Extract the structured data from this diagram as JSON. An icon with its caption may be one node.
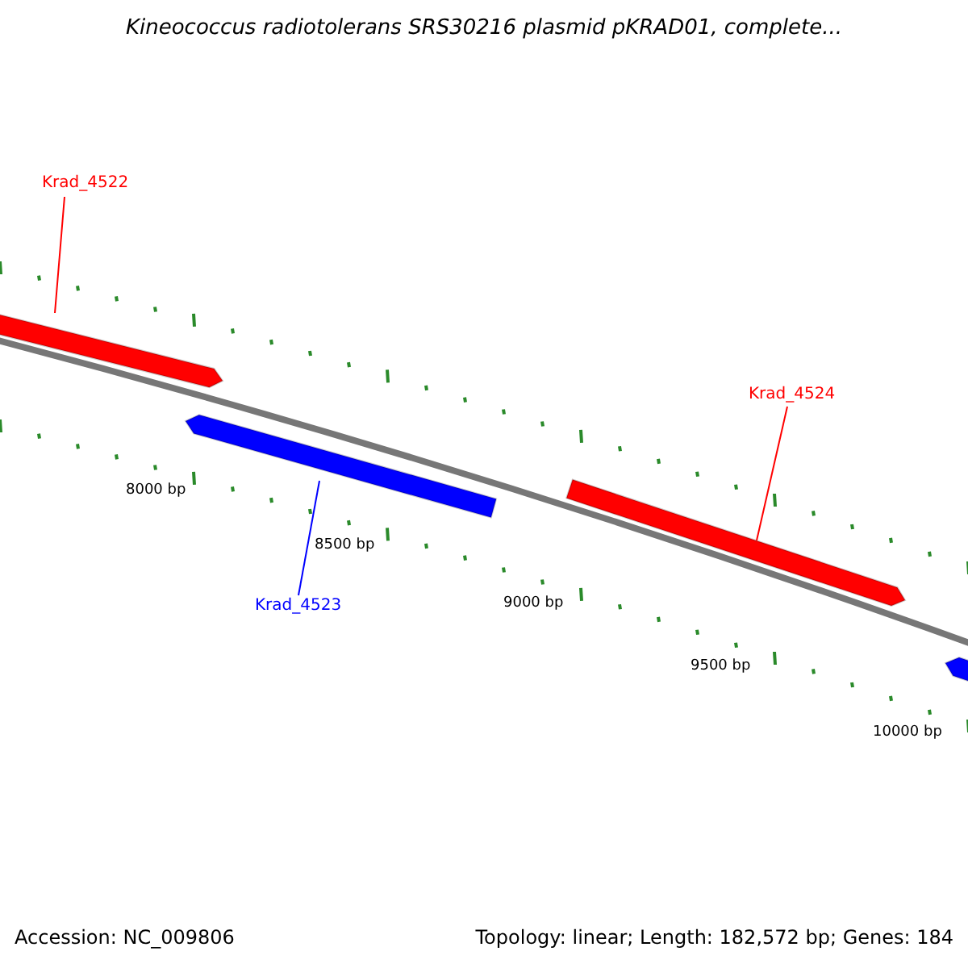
{
  "diagram": {
    "title": "Kineococcus radiotolerans SRS30216 plasmid pKRAD01, complete...",
    "nodes": [
      {
        "text": [
          "Krad_4522"
        ]
      },
      {
        "text": [],
        "shape": "bar"
      },
      {
        "text": [
          "Krad_4524"
        ]
      },
      {
        "text": [],
        "shape": "bar"
      },
      {
        "text": [],
        "shape": "bar"
      },
      {
        "text": [
          "Krad_4523"
        ]
      },
      {
        "text": [],
        "shape": "bar"
      }
    ],
    "edges": [
      {
        "from": 0,
        "to": 1,
        "arrow": "none"
      },
      {
        "from": 2,
        "to": 4,
        "arrow": "none"
      },
      {
        "from": 5,
        "to": 3,
        "arrow": "none",
        "color": "#0000ff"
      }
    ],
    "labels": [
      "8000 bp",
      "8500 bp",
      "9000 bp",
      "9500 bp",
      "10000 bp",
      "Accession: NC_009806",
      "Topology: linear; Length: 182,572 bp; Genes: 184"
    ]
  }
}
